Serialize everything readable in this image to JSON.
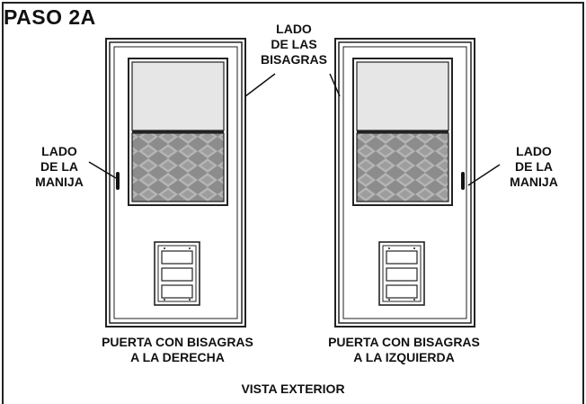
{
  "step_title": "PASO 2A",
  "hinge_label": [
    "LADO",
    "DE LAS",
    "BISAGRAS"
  ],
  "handle_label_left": [
    "LADO",
    "DE LA",
    "MANIJA"
  ],
  "handle_label_right": [
    "LADO",
    "DE LA",
    "MANIJA"
  ],
  "door_right_hinged": {
    "caption_line1": "PUERTA CON BISAGRAS",
    "caption_line2": "A LA DERECHA"
  },
  "door_left_hinged": {
    "caption_line1": "PUERTA CON BISAGRAS",
    "caption_line2": "A LA IZQUIERDA"
  },
  "view_label": "VISTA EXTERIOR",
  "colors": {
    "line": "#222222",
    "glass": "#e6e6e6",
    "screen": "#8c8c8c"
  }
}
